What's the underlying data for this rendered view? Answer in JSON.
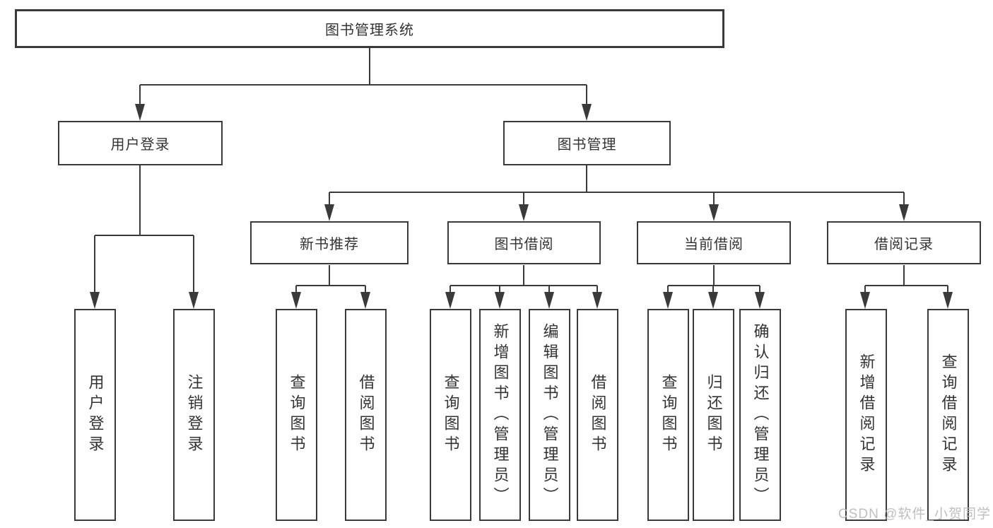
{
  "colors": {
    "line": "#3a3a3a",
    "box_border": "#3a3a3a",
    "box_fill": "#ffffff",
    "text": "#333333",
    "watermark": "#b9b9b9",
    "background": "#ffffff"
  },
  "watermark": {
    "text": "CSDN @软件_小贺同学"
  },
  "diagram": {
    "type": "hierarchy-diagram",
    "root": {
      "label": "图书管理系统",
      "children": [
        {
          "label": "用户登录",
          "children": [
            {
              "label": "用户登录"
            },
            {
              "label": "注销登录"
            }
          ]
        },
        {
          "label": "图书管理",
          "children": [
            {
              "label": "新书推荐",
              "children": [
                {
                  "label": "查询图书"
                },
                {
                  "label": "借阅图书"
                }
              ]
            },
            {
              "label": "图书借阅",
              "children": [
                {
                  "label": "查询图书"
                },
                {
                  "label": "新增图书（管理员）"
                },
                {
                  "label": "编辑图书（管理员）"
                },
                {
                  "label": "借阅图书"
                }
              ]
            },
            {
              "label": "当前借阅",
              "children": [
                {
                  "label": "查询图书"
                },
                {
                  "label": "归还图书"
                },
                {
                  "label": "确认归还（管理员）"
                }
              ]
            },
            {
              "label": "借阅记录",
              "children": [
                {
                  "label": "新增借阅记录"
                },
                {
                  "label": "查询借阅记录"
                }
              ]
            }
          ]
        }
      ]
    }
  }
}
